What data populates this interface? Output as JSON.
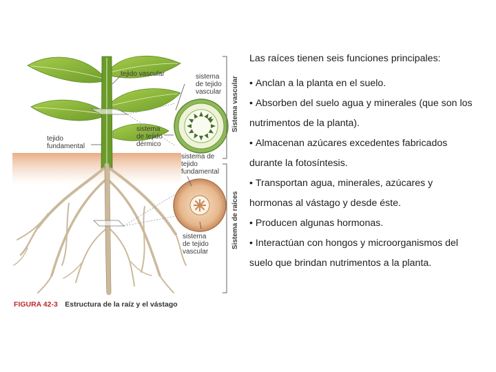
{
  "figure": {
    "labels": {
      "tejido_vascular": "tejido vascular",
      "sistema_tejido_vascular_top": [
        "sistema",
        "de tejido",
        "vascular"
      ],
      "sistema_tejido_dermico": [
        "sistema",
        "de tejido",
        "dérmico"
      ],
      "tejido_fundamental": [
        "tejido",
        "fundamental"
      ],
      "sistema_tejido_fundamental": [
        "sistema de",
        "tejido",
        "fundamental"
      ],
      "sistema_tejido_vascular_bottom": [
        "sistema",
        "de tejido",
        "vascular"
      ],
      "sistema_vascular": "Sistema vascular",
      "sistema_de_raices": "Sistema de raíces"
    },
    "caption": {
      "number": "FIGURA 42-3",
      "text": "Estructura de la raíz y el vástago"
    },
    "colors": {
      "leaf": "#8fbf3a",
      "stem": "#6a9a2a",
      "soil": "#e0a27a",
      "root": "#c9b79a",
      "cross_section_ring": "#7fa84a",
      "root_section": "#d9a77c",
      "caption_number": "#c1272d"
    }
  },
  "text": {
    "intro": "Las raíces tienen seis funciones principales:",
    "bullets": [
      "Anclan a la planta en el suelo.",
      "Absorben del suelo agua y minerales (que son los nutrimentos de la planta).",
      "Almacenan azúcares excedentes fabricados durante la fotosíntesis.",
      "Transportan agua, minerales, azúcares y hormonas al vástago y desde éste.",
      "Producen algunas hormonas.",
      "Interactúan con hongos y microorganismos del suelo que brindan nutrimentos a la planta."
    ]
  }
}
